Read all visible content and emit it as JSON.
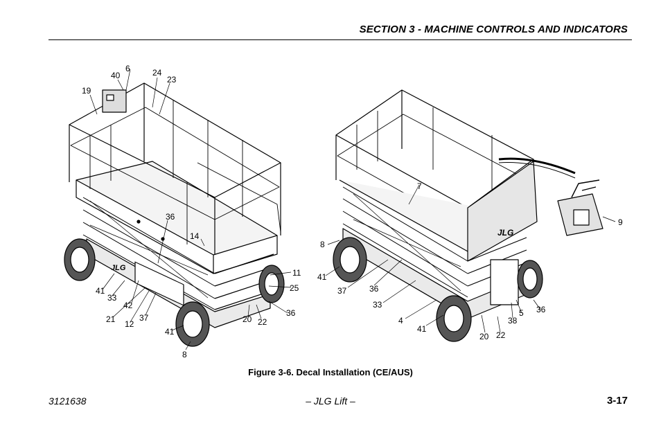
{
  "header": {
    "section_title": "SECTION 3 - MACHINE CONTROLS AND INDICATORS"
  },
  "figure": {
    "caption": "Figure 3-6. Decal Installation (CE/AUS)",
    "left_view_callouts": [
      "40",
      "6",
      "24",
      "23",
      "19",
      "36",
      "14",
      "11",
      "25",
      "36",
      "41",
      "33",
      "42",
      "21",
      "12",
      "37",
      "20",
      "22",
      "41",
      "8"
    ],
    "right_view_callouts": [
      "7",
      "9",
      "8",
      "41",
      "37",
      "36",
      "33",
      "4",
      "41",
      "20",
      "22",
      "38",
      "5",
      "36"
    ],
    "left_logo": "JLG",
    "right_logo": "JLG"
  },
  "footer": {
    "doc_number": "3121638",
    "center_text": "– JLG Lift –",
    "page_number": "3-17"
  }
}
